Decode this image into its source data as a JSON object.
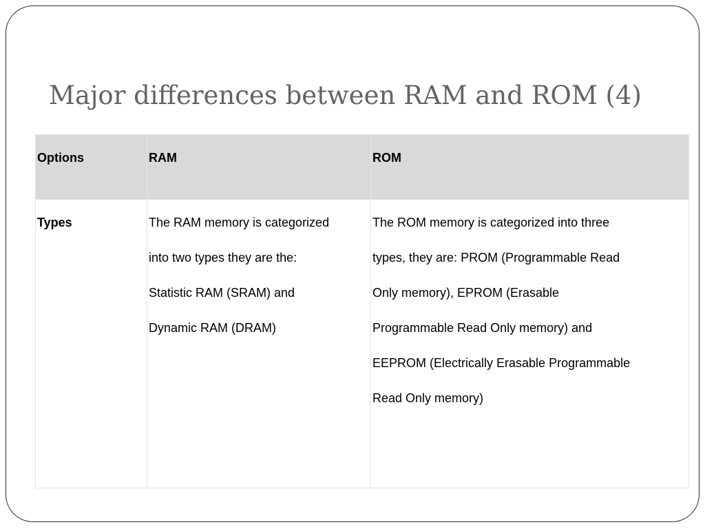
{
  "slide": {
    "title": "Major differences between RAM and ROM (4)"
  },
  "table": {
    "headers": [
      "Options",
      "RAM",
      "ROM"
    ],
    "rows": [
      {
        "option": "Types",
        "ram": "The RAM memory is categorized\ninto two types they are the:\nStatistic RAM (SRAM) and\nDynamic RAM (DRAM)",
        "rom": "The ROM memory is categorized into three\ntypes, they are: PROM (Programmable Read\nOnly memory), EPROM  (Erasable\nProgrammable Read Only memory)  and\nEEPROM (Electrically Erasable Programmable\nRead Only memory)"
      }
    ]
  },
  "colors": {
    "title": "#636363",
    "header_background": "#d9d9d9",
    "border": "#e3e3e3",
    "slide_border": "#2a2a2a"
  }
}
